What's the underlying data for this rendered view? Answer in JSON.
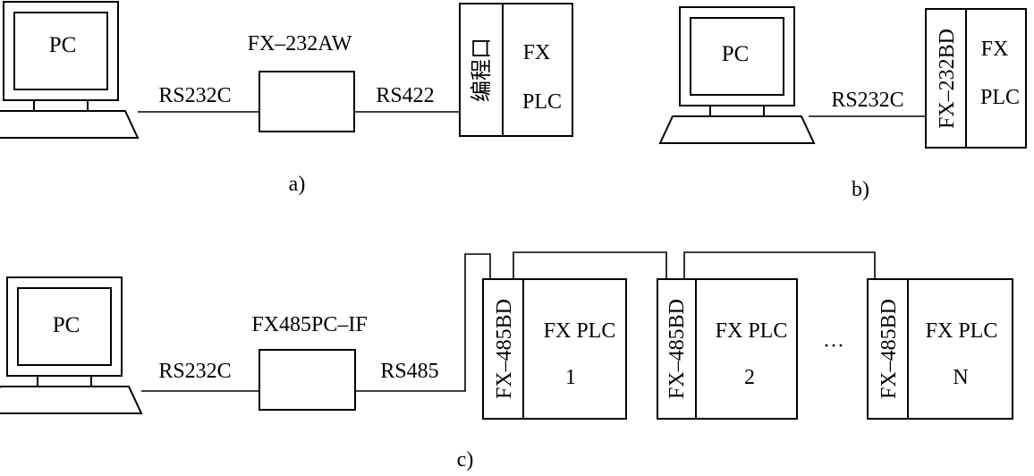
{
  "pc_label": "PC",
  "panel_a": {
    "caption": "a)",
    "converter": "FX–232AW",
    "link1": "RS232C",
    "link2": "RS422",
    "port": "编程口",
    "plc_line1": "FX",
    "plc_line2": "PLC"
  },
  "panel_b": {
    "caption": "b)",
    "link": "RS232C",
    "board": "FX–232BD",
    "plc_line1": "FX",
    "plc_line2": "PLC"
  },
  "panel_c": {
    "caption": "c)",
    "converter": "FX485PC–IF",
    "link1": "RS232C",
    "link2": "RS485",
    "ellipsis": "···",
    "units": [
      {
        "board": "FX–485BD",
        "plc": "FX PLC",
        "index": "1"
      },
      {
        "board": "FX–485BD",
        "plc": "FX PLC",
        "index": "2"
      },
      {
        "board": "FX–485BD",
        "plc": "FX PLC",
        "index": "N"
      }
    ]
  }
}
